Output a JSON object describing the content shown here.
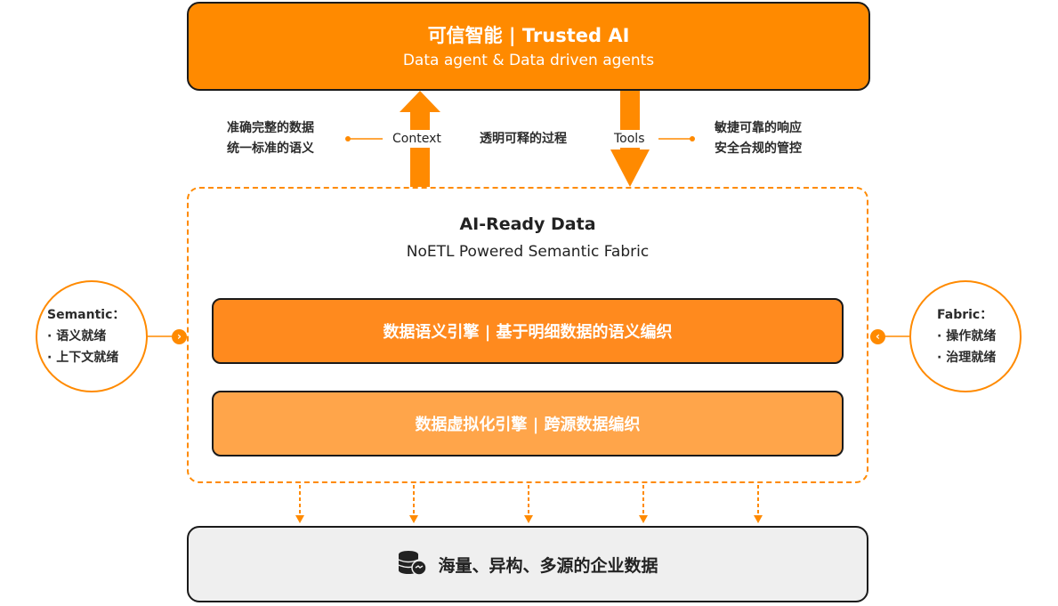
{
  "top": {
    "title": "可信智能 | Trusted AI",
    "subtitle": "Data agent & Data driven agents"
  },
  "context": {
    "left_line1": "准确完整的数据",
    "left_line2": "统一标准的语义",
    "label": "Context"
  },
  "process_text": "透明可释的过程",
  "tools": {
    "label": "Tools",
    "right_line1": "敏捷可靠的响应",
    "right_line2": "安全合规的管控"
  },
  "fabric": {
    "title": "AI-Ready Data",
    "subtitle": "NoETL Powered Semantic Fabric",
    "engine_semantic": "数据语义引擎 | 基于明细数据的语义编织",
    "engine_virtual": "数据虚拟化引擎 | 跨源数据编织"
  },
  "semantic_circle": {
    "title": "Semantic：",
    "item1": "· 语义就绪",
    "item2": "· 上下文就绪"
  },
  "fabric_circle": {
    "title": "Fabric：",
    "item1": "· 操作就绪",
    "item2": "· 治理就绪"
  },
  "data_layer": {
    "label": "海量、异构、多源的企业数据",
    "icon": "database-icon"
  },
  "colors": {
    "accent": "#ff8a00",
    "engine_semantic": "#ff8a1e",
    "engine_virtual": "#ffa54a",
    "data_bg": "#efefef"
  }
}
